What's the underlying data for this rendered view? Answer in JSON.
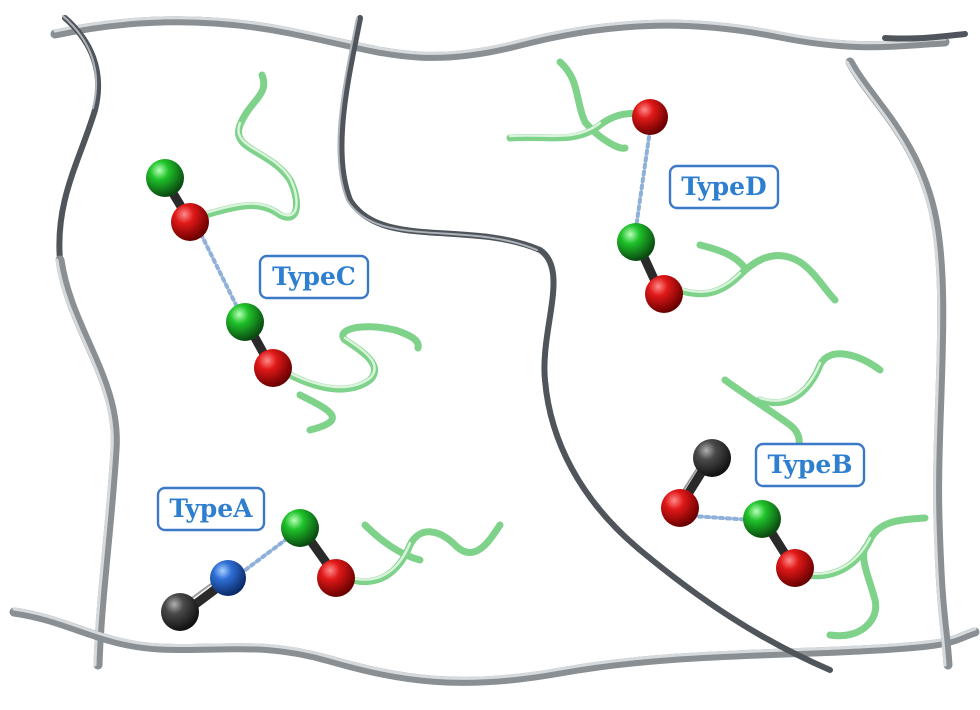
{
  "labels": {
    "type_a": "TypeA",
    "type_b": "TypeB",
    "type_c": "TypeC",
    "type_d": "TypeD"
  },
  "colors": {
    "network_strand": "#8a8f94",
    "dark_strand": "#4f555b",
    "polymer_chain": "#7fd28a",
    "oxygen_atom": "#d81818",
    "hydroxyl_atom": "#1fae28",
    "nitrogen_atom": "#2f6fd6",
    "carbon_atom": "#3c3c3c",
    "hydrogen_bond": "#8fb0d8",
    "label_text": "#2e7fd0"
  }
}
